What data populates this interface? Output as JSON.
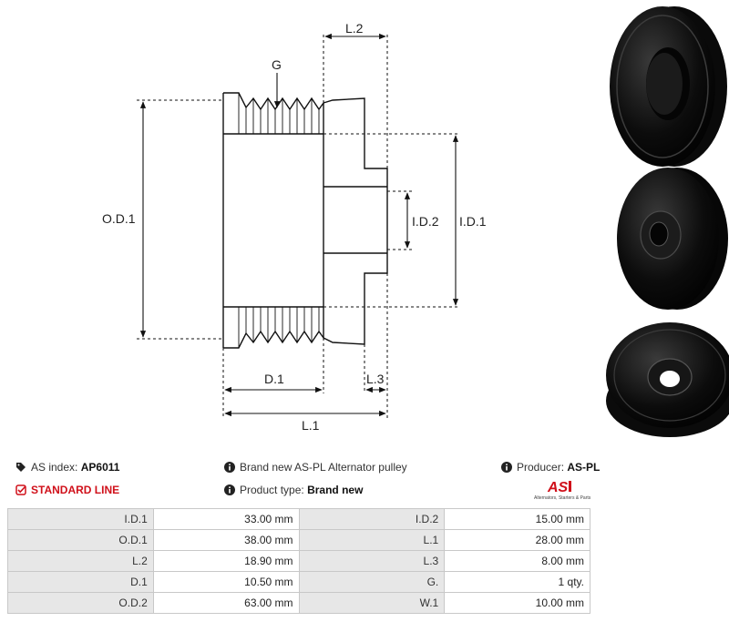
{
  "drawing": {
    "labels": {
      "l2": "L.2",
      "g": "G",
      "od1": "O.D.1",
      "id2": "I.D.2",
      "id1": "I.D.1",
      "d1": "D.1",
      "l3": "L.3",
      "l1": "L.1"
    }
  },
  "info": {
    "as_index_label": "AS index:",
    "as_index_value": "AP6011",
    "standard_line": "STANDARD LINE",
    "description": "Brand new AS-PL Alternator pulley",
    "product_type_label": "Product type:",
    "product_type_value": "Brand new",
    "producer_label": "Producer:",
    "producer_value": "AS-PL"
  },
  "brand": {
    "logo_text": "AS",
    "tagline": "Alternators, Starters & Parts",
    "logo_color": "#d0101a"
  },
  "specs": [
    [
      {
        "k": "I.D.1",
        "v": "33.00 mm"
      },
      {
        "k": "I.D.2",
        "v": "15.00 mm"
      }
    ],
    [
      {
        "k": "O.D.1",
        "v": "38.00 mm"
      },
      {
        "k": "L.1",
        "v": "28.00 mm"
      }
    ],
    [
      {
        "k": "L.2",
        "v": "18.90 mm"
      },
      {
        "k": "L.3",
        "v": "8.00 mm"
      }
    ],
    [
      {
        "k": "D.1",
        "v": "10.50 mm"
      },
      {
        "k": "G.",
        "v": "1 qty."
      }
    ],
    [
      {
        "k": "O.D.2",
        "v": "63.00 mm"
      },
      {
        "k": "W.1",
        "v": "10.00 mm"
      }
    ]
  ]
}
